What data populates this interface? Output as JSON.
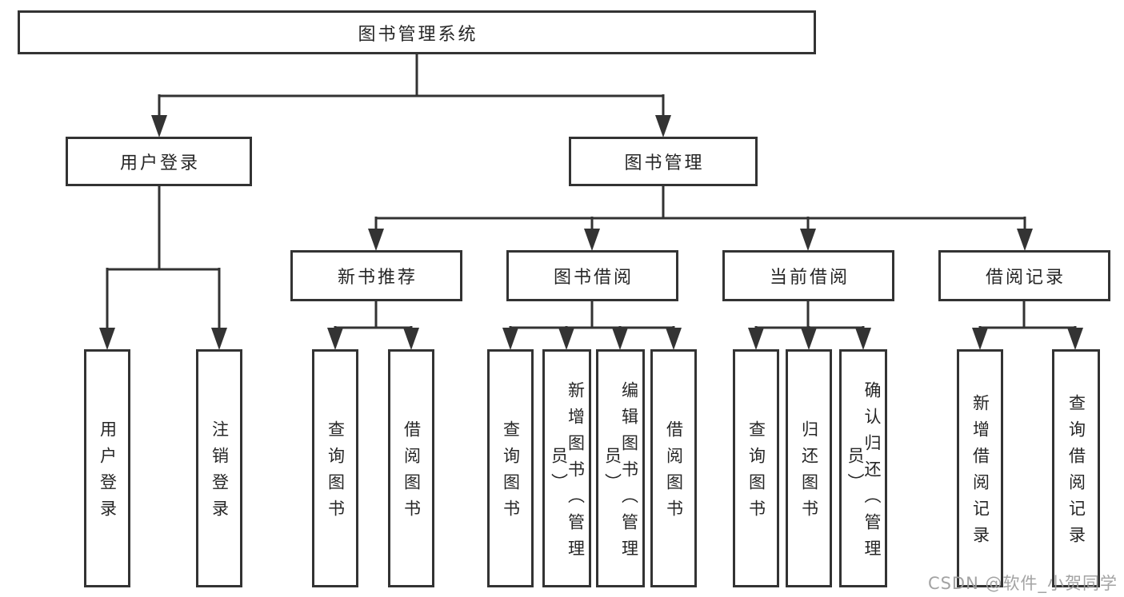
{
  "diagram": {
    "root": {
      "label": "图书管理系统"
    },
    "user_login": {
      "label": "用户登录",
      "children": [
        {
          "label": "用户登录"
        },
        {
          "label": "注销登录"
        }
      ]
    },
    "book_management": {
      "label": "图书管理",
      "groups": [
        {
          "label": "新书推荐",
          "children": [
            {
              "label": "查询图书"
            },
            {
              "label": "借阅图书"
            }
          ]
        },
        {
          "label": "图书借阅",
          "children": [
            {
              "label": "查询图书"
            },
            {
              "label": "新增图书（管理员）"
            },
            {
              "label": "编辑图书（管理员）"
            },
            {
              "label": "借阅图书"
            }
          ]
        },
        {
          "label": "当前借阅",
          "children": [
            {
              "label": "查询图书"
            },
            {
              "label": "归还图书"
            },
            {
              "label": "确认归还（管理员）"
            }
          ]
        },
        {
          "label": "借阅记录",
          "children": [
            {
              "label": "新增借阅记录"
            },
            {
              "label": "查询借阅记录"
            }
          ]
        }
      ]
    }
  },
  "watermark": {
    "text": "CSDN @软件_小贺同学"
  },
  "colors": {
    "line": "#333333",
    "box_border": "#333333",
    "box_fill": "#ffffff",
    "text": "#262626",
    "watermark": "#9e9e9e"
  }
}
